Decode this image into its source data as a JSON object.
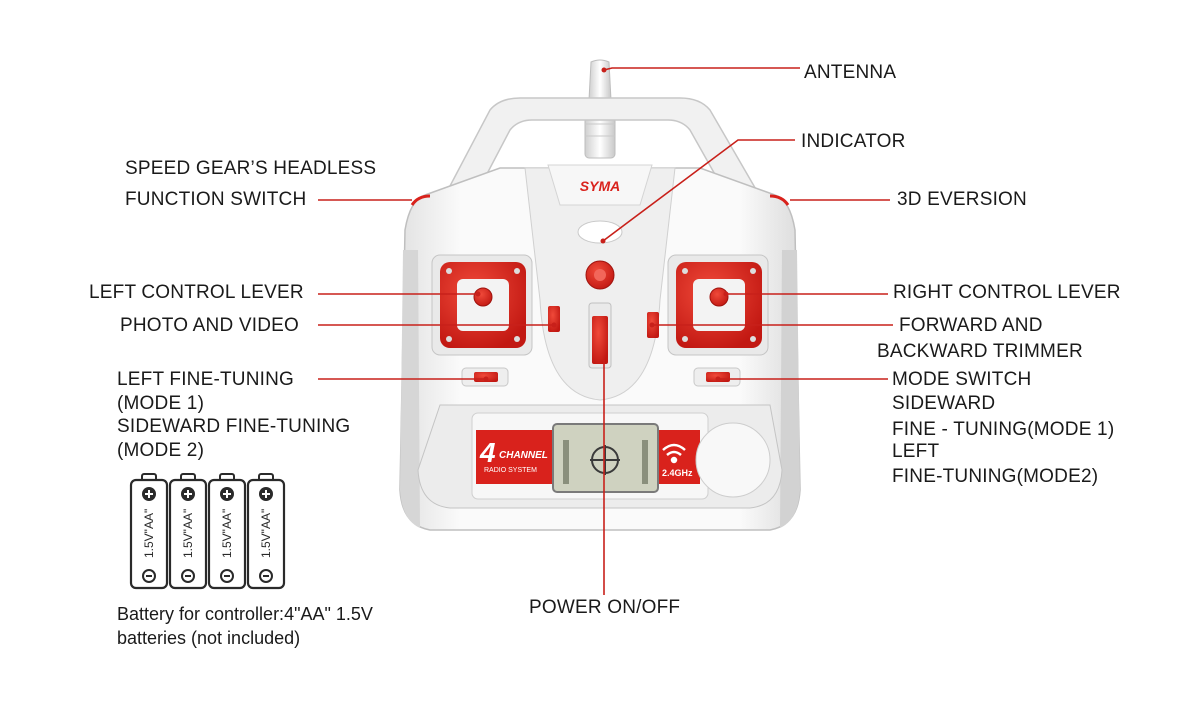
{
  "labels": {
    "antenna": "ANTENNA",
    "indicator": "INDICATOR",
    "speed_gear_line1": "SPEED GEAR’S HEADLESS",
    "speed_gear_line2": "FUNCTION SWITCH",
    "eversion_3d": "3D EVERSION",
    "left_control_lever": "LEFT CONTROL LEVER",
    "right_control_lever": "RIGHT CONTROL LEVER",
    "photo_video": "PHOTO  AND VIDEO",
    "forward_backward_line1": "FORWARD AND",
    "forward_backward_line2": "BACKWARD TRIMMER",
    "left_fine_tuning_line1": "LEFT FINE-TUNING",
    "left_fine_tuning_line2": "(MODE 1)",
    "left_fine_tuning_line3": "SIDEWARD FINE-TUNING",
    "left_fine_tuning_line4": "(MODE 2)",
    "mode_switch_line1": "MODE SWITCH",
    "mode_switch_line2": "SIDEWARD",
    "mode_switch_line3": "FINE - TUNING(MODE 1)",
    "mode_switch_line4": "LEFT",
    "mode_switch_line5": "FINE-TUNING(MODE2)",
    "power": "POWER ON/OFF"
  },
  "battery_note": {
    "line1": "Battery for controller:4\"AA\" 1.5V",
    "line2": "batteries (not included)"
  },
  "battery": {
    "label": "1.5V\"AA\"",
    "count": 4
  },
  "controller": {
    "brand": "SYMA",
    "channel_number": "4",
    "channel_text": "CHANNEL",
    "radio_text": "RADIO SYSTEM",
    "frequency": "2.4GHz"
  },
  "colors": {
    "accent_red": "#d9221c",
    "leader_line": "#c8201a",
    "body_white": "#f4f4f4"
  }
}
